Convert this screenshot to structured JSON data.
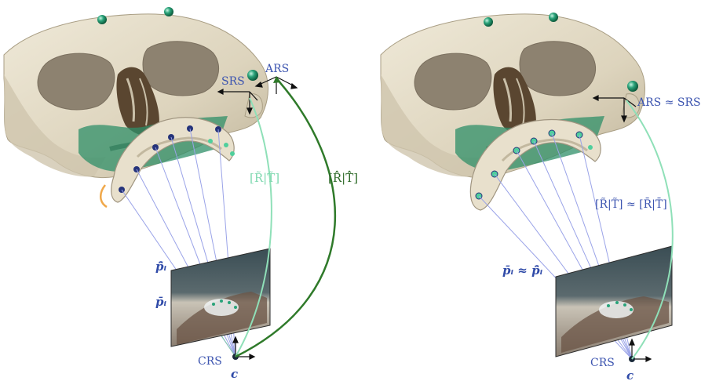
{
  "left_panel": {
    "ars_label": "ARS",
    "srs_label": "SRS",
    "crs_label": "CRS",
    "c_label": "c",
    "rt_green_label": "[R̃|T̃]",
    "rt_dark_label": "[R̂̂|T̂̂]",
    "p_hat_label": "p̂̄ᵢ",
    "p_bar_label": "p̄ᵢ"
  },
  "right_panel": {
    "ars_srs_label": "ARS ≈ SRS",
    "crs_label": "CRS",
    "c_label": "c",
    "rt_label": "[R̃|T̃] ≈ [R̄|T̄]",
    "p_label": "p̄ᵢ ≈ p̂̄ᵢ"
  },
  "colors": {
    "bone": "#e6dfcc",
    "bone_shadow": "#b9ae94",
    "green_tissue": "#2f8f68",
    "marker": "#2aa37a",
    "ray": "#9aa3e8",
    "label_blue": "#3d55b0",
    "arc_light": "#8fe0b8",
    "arc_dark": "#2f7a2a"
  }
}
